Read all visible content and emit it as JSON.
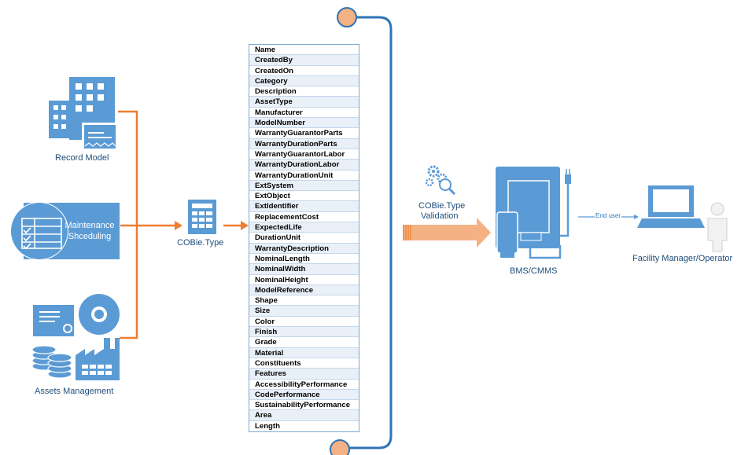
{
  "sources": {
    "record_model": "Record Model",
    "maintenance": "Maintenance Shceduling",
    "assets": "Assets Management"
  },
  "cobie_label": "COBie.Type",
  "fields": [
    "Name",
    "CreatedBy",
    "CreatedOn",
    "Category",
    "Description",
    "AssetType",
    "Manufacturer",
    "ModelNumber",
    "WarrantyGuarantorParts",
    "WarrantyDurationParts",
    "WarrantyGuarantorLabor",
    "WarrantyDurationLabor",
    "WarrantyDurationUnit",
    "ExtSystem",
    "ExtObject",
    "ExtIdentifier",
    "ReplacementCost",
    "ExpectedLife",
    "DurationUnit",
    "WarrantyDescription",
    "NominalLength",
    "NominalWidth",
    "NominalHeight",
    "ModelReference",
    "Shape",
    "Size",
    "Color",
    "Finish",
    "Grade",
    "Material",
    "Constituents",
    "Features",
    "AccessibilityPerformance",
    "CodePerformance",
    "SustainabilityPerformance",
    "Area",
    "Length"
  ],
  "validation": {
    "line1": "COBie.Type",
    "line2": "Validation"
  },
  "bms_label": "BMS/CMMS",
  "end_user_label": "End user",
  "operator_label": "Facility Manager/Operator",
  "colors": {
    "blue": "#5b9bd5",
    "dark_blue": "#2e75b6",
    "orange": "#ed7d31",
    "peach": "#f4b183"
  }
}
